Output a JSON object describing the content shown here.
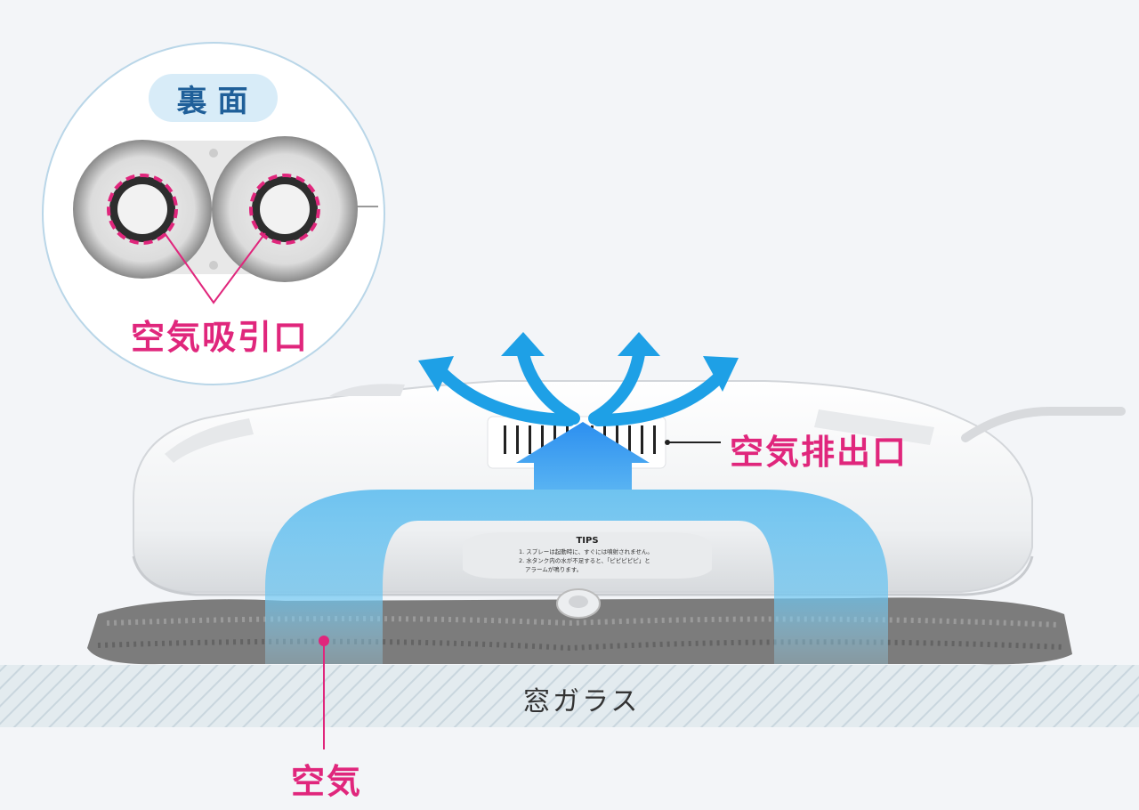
{
  "labels": {
    "back_side": "裏面",
    "intake": "空気吸引口",
    "exhaust": "空気排出口",
    "glass": "窓ガラス",
    "air": "空気"
  },
  "sticker": {
    "title": "TIPS",
    "line1": "1. スプレーは起動時に、すぐには噴射されません。",
    "line2": "2. 水タンク内の水が不足すると、「ピピピピピ」と",
    "line3": "アラームが鳴ります。"
  },
  "colors": {
    "accent_pink": "#e0267c",
    "air_blue": "#2aa8e6",
    "glass_band": "#d9e4ea",
    "badge_bg": "#d8ecf8",
    "badge_text": "#1f5f99"
  }
}
